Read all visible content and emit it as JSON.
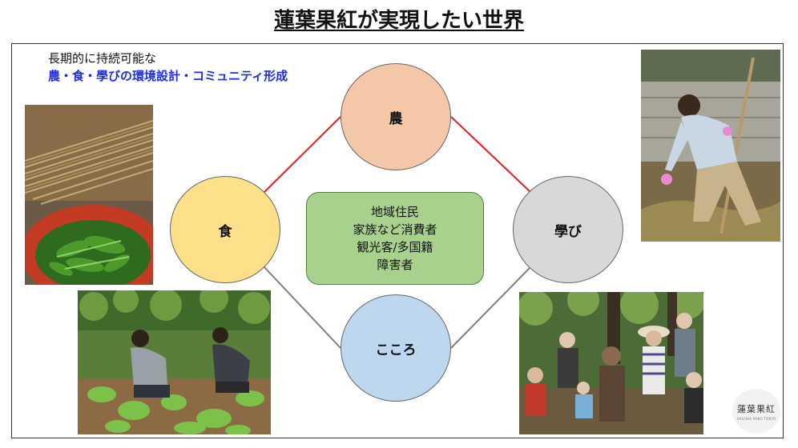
{
  "title": "蓮葉果紅が実現したい世界",
  "subtitle_line1": "長期的に持続可能な",
  "subtitle_line2": "農・食・學びの環境設計・コミュニティ形成",
  "nodes": {
    "agriculture": "農",
    "food": "食",
    "learning": "學び",
    "heart": "こころ"
  },
  "center": {
    "lines": [
      "地域住民",
      "家族など消費者",
      "観光客/多国籍",
      "障害者"
    ]
  },
  "colors": {
    "agriculture": "#f5c7a9",
    "food": "#ffe08a",
    "learning": "#d8d8d8",
    "heart": "#bdd7ee",
    "center": "#a9d18e",
    "link_top": "#e0202a",
    "link_bottom": "#7f7f7f",
    "subtitle_accent": "#1f2fe0"
  },
  "logo": {
    "text": "蓮葉果紅",
    "subtext": "HASUHA KAKO TOKYO"
  }
}
